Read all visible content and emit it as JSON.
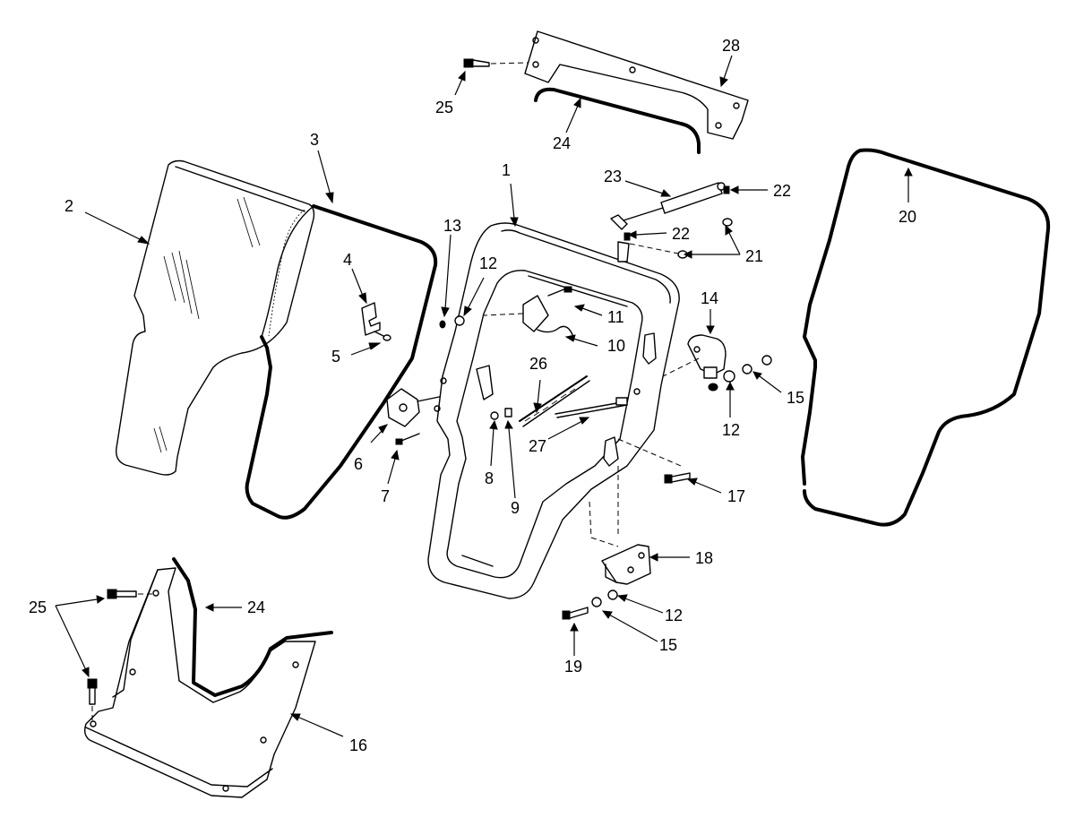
{
  "callouts": [
    {
      "id": "c1",
      "text": "1"
    },
    {
      "id": "c2",
      "text": "2"
    },
    {
      "id": "c3",
      "text": "3"
    },
    {
      "id": "c4",
      "text": "4"
    },
    {
      "id": "c5",
      "text": "5"
    },
    {
      "id": "c6",
      "text": "6"
    },
    {
      "id": "c7",
      "text": "7"
    },
    {
      "id": "c8",
      "text": "8"
    },
    {
      "id": "c9",
      "text": "9"
    },
    {
      "id": "c10",
      "text": "10"
    },
    {
      "id": "c11",
      "text": "11"
    },
    {
      "id": "c12a",
      "text": "12"
    },
    {
      "id": "c12b",
      "text": "12"
    },
    {
      "id": "c12c",
      "text": "12"
    },
    {
      "id": "c13",
      "text": "13"
    },
    {
      "id": "c14",
      "text": "14"
    },
    {
      "id": "c15a",
      "text": "15"
    },
    {
      "id": "c15b",
      "text": "15"
    },
    {
      "id": "c16",
      "text": "16"
    },
    {
      "id": "c17",
      "text": "17"
    },
    {
      "id": "c18",
      "text": "18"
    },
    {
      "id": "c19",
      "text": "19"
    },
    {
      "id": "c20",
      "text": "20"
    },
    {
      "id": "c21",
      "text": "21"
    },
    {
      "id": "c22a",
      "text": "22"
    },
    {
      "id": "c22b",
      "text": "22"
    },
    {
      "id": "c23",
      "text": "23"
    },
    {
      "id": "c24a",
      "text": "24"
    },
    {
      "id": "c24b",
      "text": "24"
    },
    {
      "id": "c25a",
      "text": "25"
    },
    {
      "id": "c25b",
      "text": "25"
    },
    {
      "id": "c26",
      "text": "26"
    },
    {
      "id": "c27",
      "text": "27"
    },
    {
      "id": "c28",
      "text": "28"
    }
  ]
}
